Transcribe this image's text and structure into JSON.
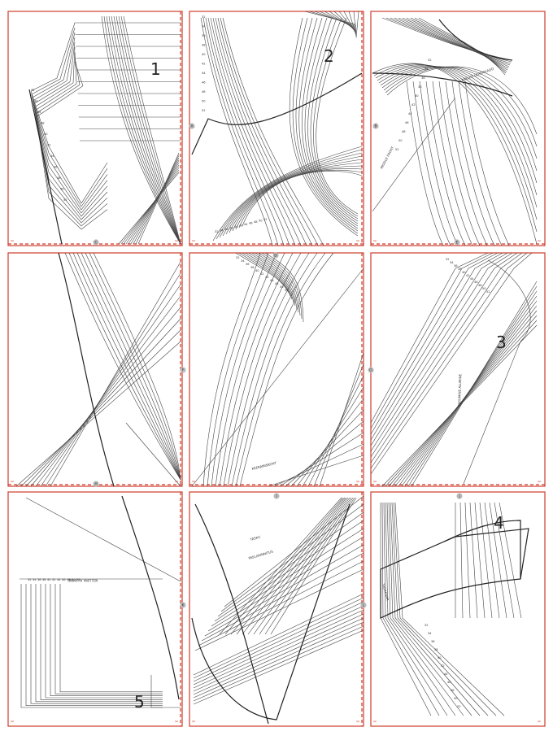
{
  "pattern": {
    "piece_numbers": [
      "1",
      "2",
      "3",
      "4",
      "5"
    ],
    "registration_marks": [
      "A",
      "B",
      "C",
      "D",
      "E",
      "F",
      "G",
      "H",
      "I",
      "J",
      "K",
      "L"
    ],
    "size_labels": [
      "32",
      "34",
      "36",
      "38",
      "40",
      "42",
      "44",
      "46",
      "48",
      "50",
      "52"
    ],
    "piece_labels": [
      "KAELUS LEHEMAAGD",
      "MIDDLE FRONT",
      "TAGUMINE ALUMINE",
      "KEERAMISKOHT",
      "TASKU",
      "PAELAKINNITUS",
      "KOLLIMA ALUMINE",
      "TAGAKAAR"
    ],
    "colors": {
      "page_border": "#cd3b2b",
      "tile_border": "#d24a3a",
      "lines": "#444444",
      "mark_fill": "#bbbbbb"
    }
  }
}
